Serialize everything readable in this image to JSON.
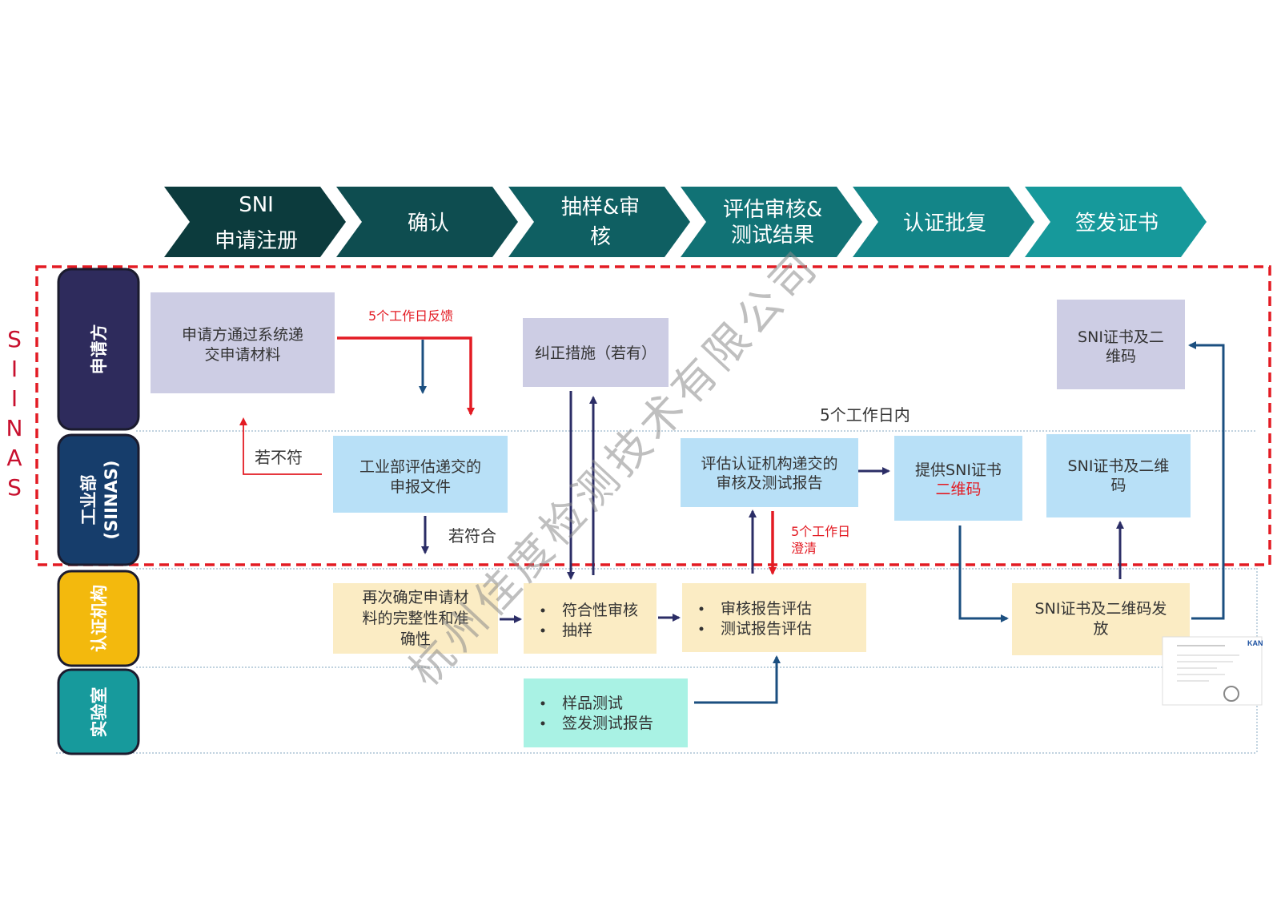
{
  "stages": [
    {
      "line1": "SNI",
      "line2": "申请注册",
      "color": "#0c3b3d"
    },
    {
      "line1": "确认",
      "line2": "",
      "color": "#0e4d50"
    },
    {
      "line1": "抽样&审",
      "line2": "核",
      "color": "#0f5f62"
    },
    {
      "line1": "评估审核&",
      "line2": "测试结果",
      "color": "#117275"
    },
    {
      "line1": "认证批复",
      "line2": "",
      "color": "#138588"
    },
    {
      "line1": "签发证书",
      "line2": "",
      "color": "#16999b"
    }
  ],
  "side_label": [
    "S",
    "I",
    "I",
    "N",
    "A",
    "S"
  ],
  "lanes": [
    {
      "label": "申请方",
      "sub": "",
      "color": "#2e2b5c"
    },
    {
      "label": "工业部",
      "sub": "(SIINAS)",
      "color": "#163d6b"
    },
    {
      "label": "认证机构",
      "sub": "",
      "color": "#f3b90d"
    },
    {
      "label": "实验室",
      "sub": "",
      "color": "#179a9c"
    }
  ],
  "boxes": {
    "applicant_submit": [
      "申请方通过系统递",
      "交申请材料"
    ],
    "corrective": [
      "纠正措施（若有）"
    ],
    "applicant_cert": [
      "SNI证书及二",
      "维码"
    ],
    "ministry_eval": [
      "工业部评估递交的",
      "申报文件"
    ],
    "ministry_review": [
      "评估认证机构递交的",
      "审核及测试报告"
    ],
    "provide_qr_1": "提供SNI证书",
    "provide_qr_2": "二维码",
    "ministry_cert": [
      "SNI证书及二维",
      "码"
    ],
    "cb_reconfirm": [
      "再次确定申请材",
      "料的完整性和准",
      "确性"
    ],
    "cb_audit": [
      "符合性审核",
      "抽样"
    ],
    "cb_report": [
      "审核报告评估",
      "测试报告评估"
    ],
    "cb_issue": [
      "SNI证书及二维码发",
      "放"
    ],
    "lab_test": [
      "样品测试",
      "签发测试报告"
    ]
  },
  "notes": {
    "feedback_5days": "5个工作日反馈",
    "not_comply": "若不符",
    "comply": "若符合",
    "within_5days": "5个工作日内",
    "clarify_5days_1": "5个工作日",
    "clarify_5days_2": "澄清"
  },
  "watermark": "杭州佳度检测技术有限公司",
  "thumbnail_logo": "KAN"
}
